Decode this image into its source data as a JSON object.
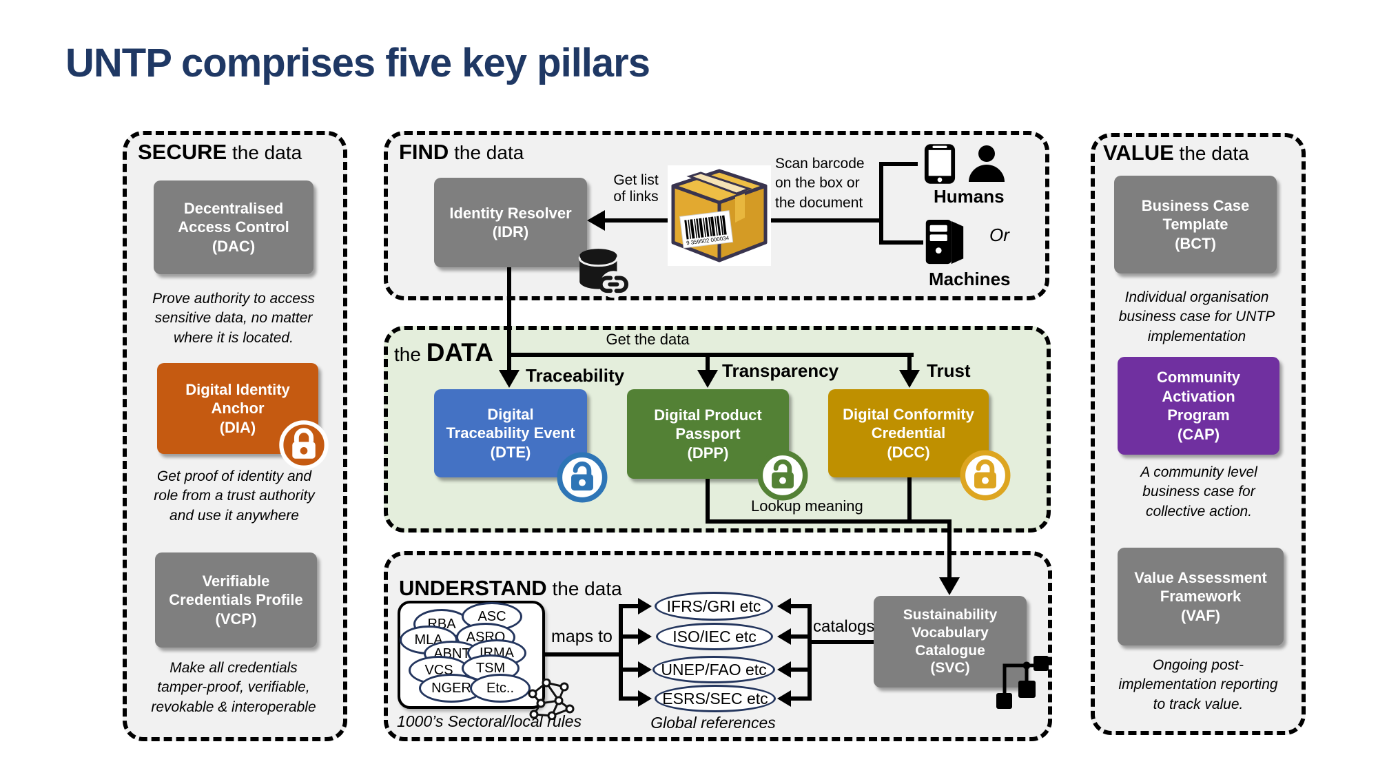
{
  "title": "UNTP comprises five key pillars",
  "colors": {
    "title_navy": "#1F3864",
    "card_gray": "#7F7F7F",
    "dia_orange": "#C55A11",
    "dte_blue": "#4472C4",
    "dpp_green": "#538135",
    "dcc_gold": "#BF9000",
    "cap_purple": "#7030A0",
    "data_panel_green": "#E4EEDC",
    "panel_gray": "#F1F1F1",
    "ellipse_navy": "#24365E"
  },
  "secure": {
    "hb": "SECURE",
    "hs": " the data",
    "dac": "Decentralised\nAccess Control\n(DAC)",
    "dac_desc": "Prove authority to access\nsensitive data, no matter\nwhere it is located.",
    "dia": "Digital Identity\nAnchor\n(DIA)",
    "dia_desc": "Get proof of identity and\nrole from a trust authority\nand use it anywhere",
    "vcp": "Verifiable\nCredentials Profile\n(VCP)",
    "vcp_desc": "Make all credentials\ntamper-proof, verifiable,\nrevokable & interoperable"
  },
  "find": {
    "hb": "FIND",
    "hs": " the data",
    "idr": "Identity Resolver\n(IDR)",
    "get_list": "Get list\nof links",
    "scan": "Scan barcode\non the box or\nthe document",
    "humans": "Humans",
    "or": "Or",
    "machines": "Machines",
    "barcode": "9 359502 000034"
  },
  "data": {
    "hp": "the ",
    "hb": "DATA",
    "get": "Get the data",
    "traceability": "Traceability",
    "transparency": "Transparency",
    "trust": "Trust",
    "dte": "Digital\nTraceability Event\n(DTE)",
    "dpp": "Digital Product\nPassport\n(DPP)",
    "dcc": "Digital Conformity\nCredential\n(DCC)",
    "lookup": "Lookup meaning"
  },
  "understand": {
    "hb": "UNDERSTAND",
    "hs": " the data",
    "bubbles": [
      "RBA",
      "ASC",
      "MLA",
      "ASRO",
      "ABNT",
      "IRMA",
      "VCS",
      "TSM",
      "NGER",
      "Etc.."
    ],
    "maps_to": "maps to",
    "refs": [
      "IFRS/GRI etc",
      "ISO/IEC etc",
      "UNEP/FAO etc",
      "ESRS/SEC etc"
    ],
    "catalogs": "catalogs",
    "svc": "Sustainability\nVocabulary\nCatalogue\n(SVC)",
    "local": "1000’s Sectoral/local rules",
    "global": "Global references"
  },
  "value": {
    "hb": "VALUE",
    "hs": " the data",
    "bct": "Business Case\nTemplate\n(BCT)",
    "bct_desc": "Individual organisation\nbusiness case for UNTP\nimplementation",
    "cap": "Community\nActivation\nProgram\n(CAP)",
    "cap_desc": "A community level\nbusiness case for\ncollective action.",
    "vaf": "Value Assessment\nFramework\n(VAF)",
    "vaf_desc": "Ongoing post-\nimplementation reporting\nto track value."
  }
}
